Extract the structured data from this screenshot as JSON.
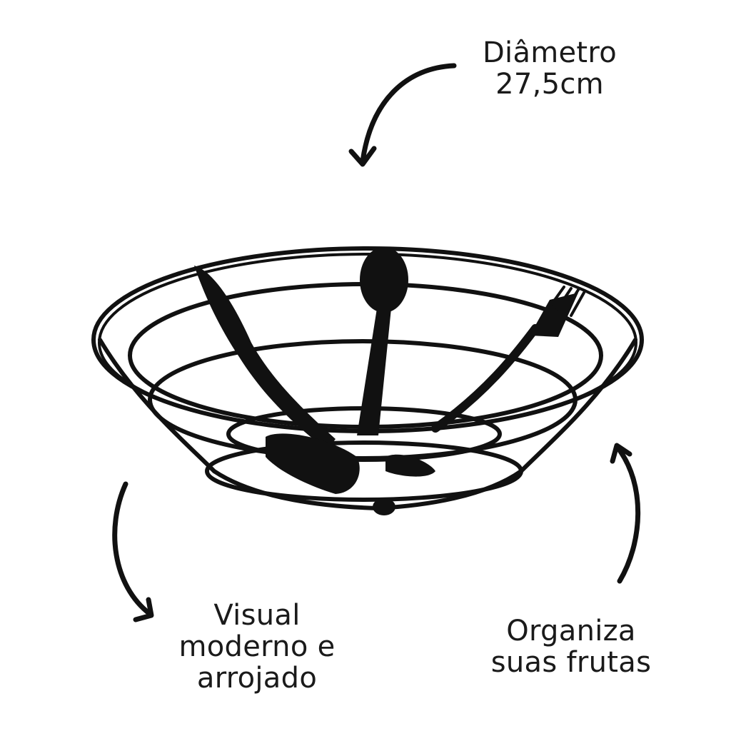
{
  "labels": {
    "diameter": [
      "Diâmetro",
      "27,5cm"
    ],
    "visual": [
      "Visual",
      "moderno e",
      "arrojado"
    ],
    "organize": [
      "Organiza",
      "suas frutas"
    ]
  },
  "colors": {
    "background": "#ffffff",
    "ink": "#111111"
  },
  "icons": {
    "arrow_top": "curved-arrow-down-icon",
    "arrow_left": "curved-arrow-down-right-icon",
    "arrow_right": "curved-arrow-up-icon"
  }
}
